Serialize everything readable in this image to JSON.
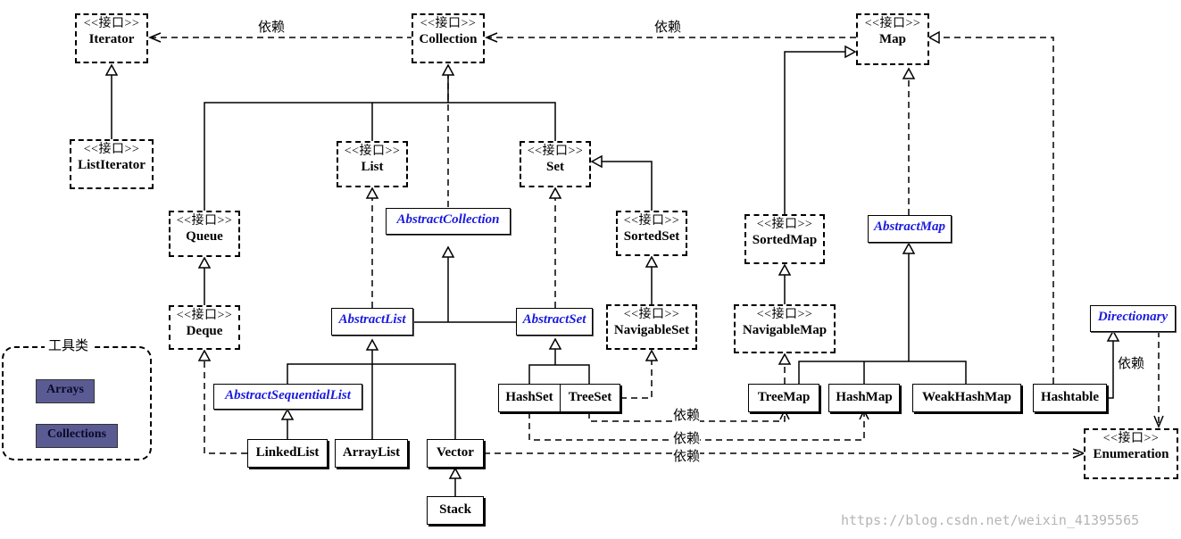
{
  "stereotype": "<<接口>>",
  "nodes": {
    "iterator": "Iterator",
    "list_iterator": "ListIterator",
    "collection": "Collection",
    "map": "Map",
    "list": "List",
    "set": "Set",
    "queue": "Queue",
    "deque": "Deque",
    "sorted_set": "SortedSet",
    "navigable_set": "NavigableSet",
    "sorted_map": "SortedMap",
    "navigable_map": "NavigableMap",
    "enumeration": "Enumeration",
    "abstract_collection": "AbstractCollection",
    "abstract_list": "AbstractList",
    "abstract_set": "AbstractSet",
    "abstract_sequential_list": "AbstractSequentialList",
    "abstract_map": "AbstractMap",
    "dictionary": "Directionary",
    "linked_list": "LinkedList",
    "array_list": "ArrayList",
    "vector": "Vector",
    "stack": "Stack",
    "hash_set": "HashSet",
    "tree_set": "TreeSet",
    "tree_map": "TreeMap",
    "hash_map": "HashMap",
    "weak_hash_map": "WeakHashMap",
    "hashtable": "Hashtable"
  },
  "edge_labels": {
    "depends": "依赖",
    "depends_variant": "依赖"
  },
  "toolbox": {
    "title": "工具类",
    "items": [
      "Arrays",
      "Collections"
    ]
  },
  "watermark": "https://blog.csdn.net/weixin_41395565"
}
